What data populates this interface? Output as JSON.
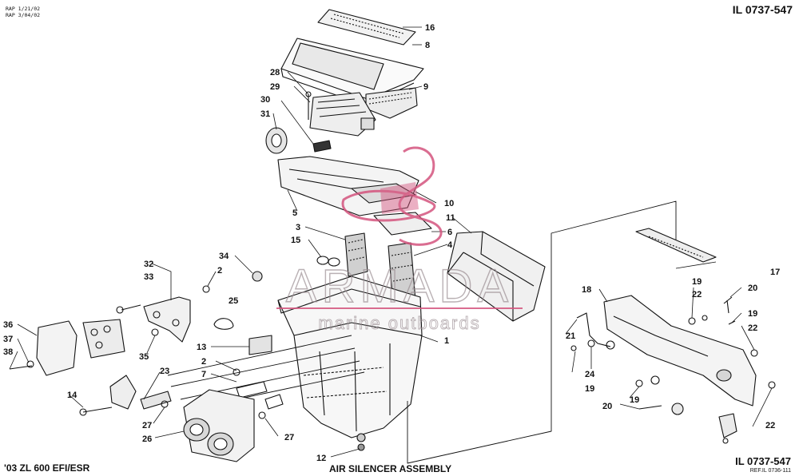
{
  "header": {
    "revision_lines": [
      "RAP 1/21/02",
      "RAP 3/04/02"
    ],
    "illustration_no": "IL 0737-547"
  },
  "footer": {
    "model": "'03 ZL 600 EFI/ESR",
    "assembly_title": "AIR SILENCER ASSEMBLY",
    "illustration_no": "IL 0737-547",
    "reference": "REF.IL 0736-111"
  },
  "watermark": {
    "brand": "ARMADA",
    "tagline": "marine outboards",
    "color": "#d4547e"
  },
  "callouts": {
    "c1": "1",
    "c2a": "2",
    "c2b": "2",
    "c3": "3",
    "c4": "4",
    "c5": "5",
    "c6": "6",
    "c7": "7",
    "c8": "8",
    "c9": "9",
    "c10": "10",
    "c11": "11",
    "c12": "12",
    "c13": "13",
    "c14": "14",
    "c15": "15",
    "c16": "16",
    "c17": "17",
    "c18": "18",
    "c19a": "19",
    "c19b": "19",
    "c19c": "19",
    "c19d": "19",
    "c20a": "20",
    "c20b": "20",
    "c21": "21",
    "c22a": "22",
    "c22b": "22",
    "c22c": "22",
    "c23": "23",
    "c24": "24",
    "c25": "25",
    "c26": "26",
    "c27a": "27",
    "c27b": "27",
    "c28": "28",
    "c29": "29",
    "c30": "30",
    "c31": "31",
    "c32": "32",
    "c33": "33",
    "c34": "34",
    "c35": "35",
    "c36": "36",
    "c37": "37",
    "c38": "38"
  }
}
